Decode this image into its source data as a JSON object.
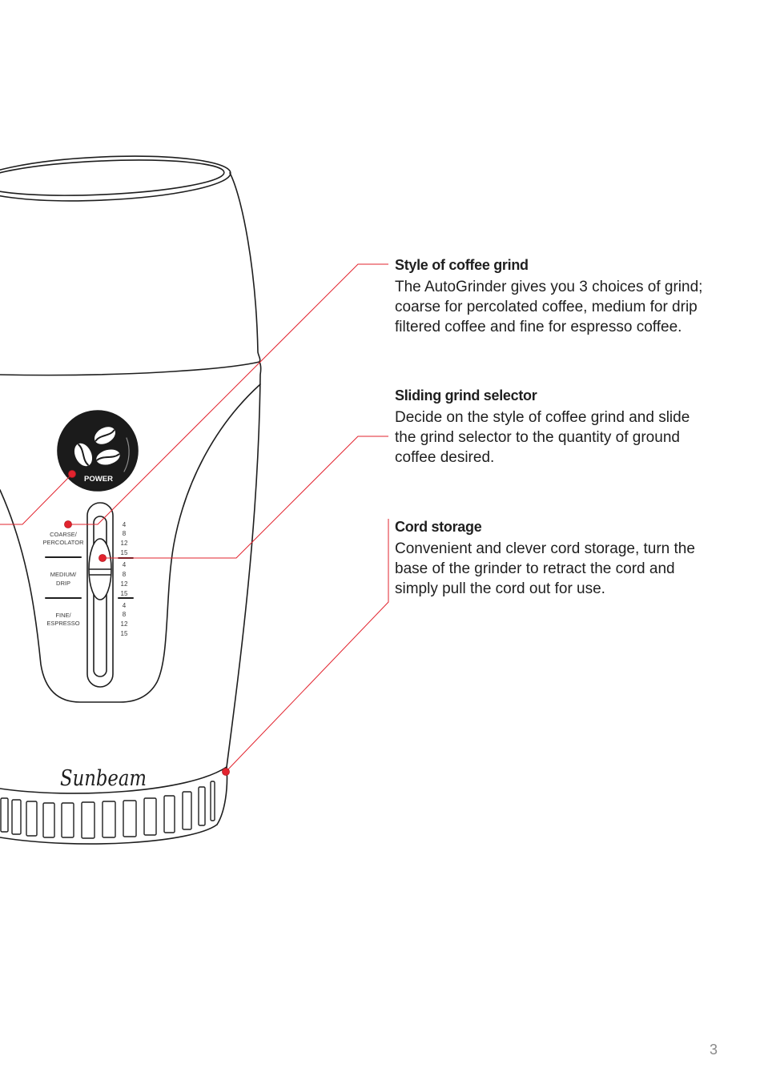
{
  "callouts": [
    {
      "heading": "Style of coffee grind",
      "lines": [
        "The AutoGrinder gives you 3 choices of grind;",
        "coarse for percolated coffee, medium for drip",
        "filtered coffee and fine for espresso coffee."
      ]
    },
    {
      "heading": "Sliding grind selector",
      "lines": [
        "Decide on the style of coffee grind and slide",
        "the grind selector to the quantity of ground",
        "coffee desired."
      ]
    },
    {
      "heading": "Cord storage",
      "lines": [
        "Convenient and clever cord storage, turn the",
        "base of the grinder to retract the cord and",
        "simply pull the cord out for use."
      ]
    }
  ],
  "grinder": {
    "brand_logo": "Sunbeam",
    "power_label": "POWER",
    "grind_labels": [
      [
        "COARSE/",
        "PERCOLATOR"
      ],
      [
        "MEDIUM/",
        "DRIP"
      ],
      [
        "FINE/",
        "ESPRESSO"
      ]
    ],
    "quantity_scales": [
      [
        "4",
        "8",
        "12",
        "15"
      ],
      [
        "4",
        "8",
        "12",
        "15"
      ],
      [
        "4",
        "8",
        "12",
        "15"
      ]
    ]
  },
  "icons": {
    "power_button": "coffee-beans-icon"
  },
  "page_number": "3",
  "colors": {
    "accent": "#e2232e",
    "text": "#1f1f1f",
    "page_number": "#8a8a8a",
    "power_button": "#1b1b1b"
  }
}
